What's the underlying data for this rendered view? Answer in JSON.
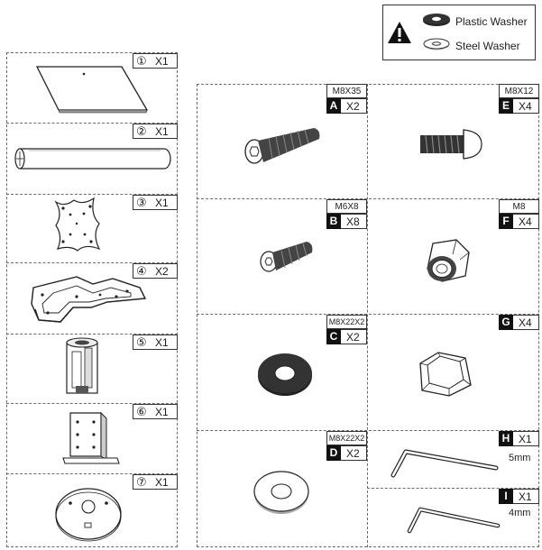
{
  "legend": {
    "plastic_label": "Plastic Washer",
    "steel_label": "Steel Washer"
  },
  "left_parts": [
    {
      "num": "①",
      "qty": "X1"
    },
    {
      "num": "②",
      "qty": "X1"
    },
    {
      "num": "③",
      "qty": "X1"
    },
    {
      "num": "④",
      "qty": "X2"
    },
    {
      "num": "⑤",
      "qty": "X1"
    },
    {
      "num": "⑥",
      "qty": "X1"
    },
    {
      "num": "⑦",
      "qty": "X1"
    }
  ],
  "hardware": {
    "A": {
      "letter": "A",
      "spec": "M8X35",
      "qty": "X2"
    },
    "E": {
      "letter": "E",
      "spec": "M8X12",
      "qty": "X4"
    },
    "B": {
      "letter": "B",
      "spec": "M6X8",
      "qty": "X8"
    },
    "F": {
      "letter": "F",
      "spec": "M8",
      "qty": "X4"
    },
    "C": {
      "letter": "C",
      "spec": "M8X22X2",
      "qty": "X2"
    },
    "G": {
      "letter": "G",
      "spec": "",
      "qty": "X4"
    },
    "D": {
      "letter": "D",
      "spec": "M8X22X2",
      "qty": "X2"
    },
    "H": {
      "letter": "H",
      "spec": "",
      "qty": "X1",
      "size": "5mm"
    },
    "I": {
      "letter": "I",
      "spec": "",
      "qty": "X1",
      "size": "4mm"
    }
  },
  "colors": {
    "ink": "#1a1a1a",
    "badge": "#111111",
    "border": "#6b6b6b"
  }
}
